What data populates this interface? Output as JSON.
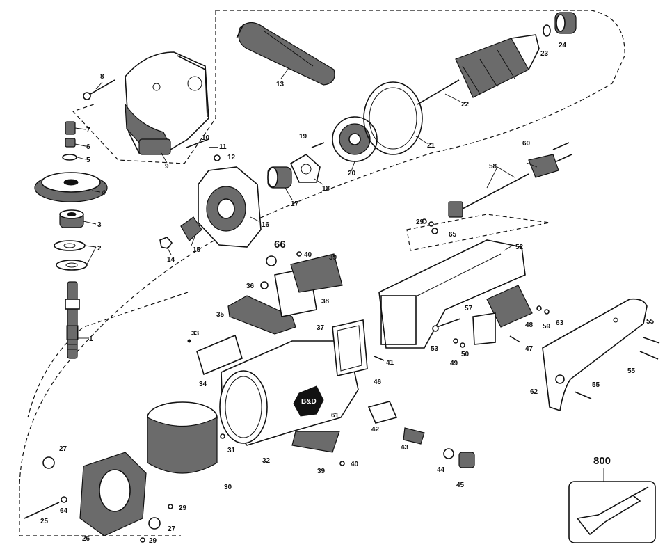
{
  "diagram": {
    "parts": {
      "p1": "1",
      "p2": "2",
      "p3": "3",
      "p4": "4",
      "p5": "5",
      "p6": "6",
      "p7": "7",
      "p8": "8",
      "p9": "9",
      "p10": "10",
      "p11": "11",
      "p12": "12",
      "p13": "13",
      "p14": "14",
      "p15": "15",
      "p16": "16",
      "p17": "17",
      "p18": "18",
      "p19": "19",
      "p20": "20",
      "p21": "21",
      "p22": "22",
      "p23": "23",
      "p24": "24",
      "p25": "25",
      "p26": "26",
      "p27a": "27",
      "p27b": "27",
      "p29a": "29",
      "p29b": "29",
      "p29c": "29",
      "p30": "30",
      "p31": "31",
      "p32": "32",
      "p33": "33",
      "p34": "34",
      "p35": "35",
      "p36": "36",
      "p37": "37",
      "p38": "38",
      "p39a": "39",
      "p39b": "39",
      "p40a": "40",
      "p40b": "40",
      "p41": "41",
      "p42": "42",
      "p43": "43",
      "p44": "44",
      "p45": "45",
      "p46": "46",
      "p47": "47",
      "p48": "48",
      "p49": "49",
      "p50": "50",
      "p52": "52",
      "p53": "53",
      "p55a": "55",
      "p55b": "55",
      "p55c": "55",
      "p57": "57",
      "p58": "58",
      "p59": "59",
      "p60": "60",
      "p61": "61",
      "p62": "62",
      "p63": "63",
      "p64": "64",
      "p65": "65",
      "p66": "66",
      "p800": "800"
    },
    "logo_text": "B&D"
  }
}
